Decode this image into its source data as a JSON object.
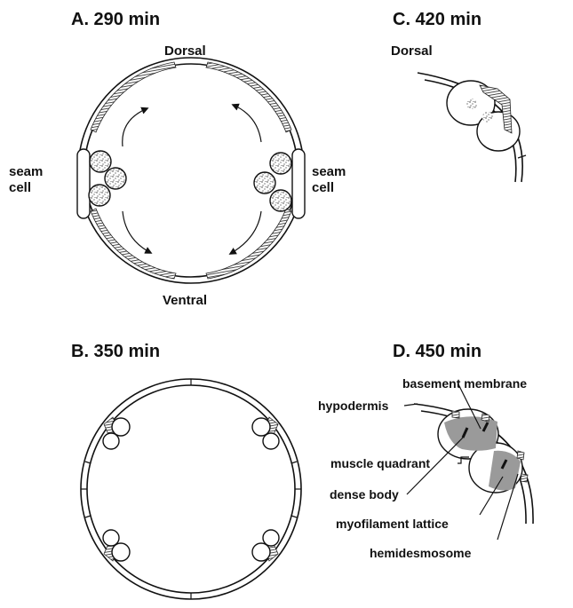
{
  "panels": {
    "a": {
      "title": "A.  290 min",
      "dorsal": "Dorsal",
      "ventral": "Ventral",
      "seam_left_1": "seam",
      "seam_left_2": "cell",
      "seam_right_1": "seam",
      "seam_right_2": "cell"
    },
    "b": {
      "title": "B.  350 min"
    },
    "c": {
      "title": "C.  420 min",
      "dorsal": "Dorsal"
    },
    "d": {
      "title": "D.  450 min",
      "labels": {
        "basement_membrane": "basement membrane",
        "hypodermis": "hypodermis",
        "muscle_quadrant": "muscle quadrant",
        "dense_body": "dense body",
        "myofilament_lattice": "myofilament lattice",
        "hemidesmosome": "hemidesmosome"
      }
    }
  },
  "colors": {
    "ink": "#111111",
    "muscle_fill": "#9a9a9a",
    "background": "#ffffff"
  }
}
